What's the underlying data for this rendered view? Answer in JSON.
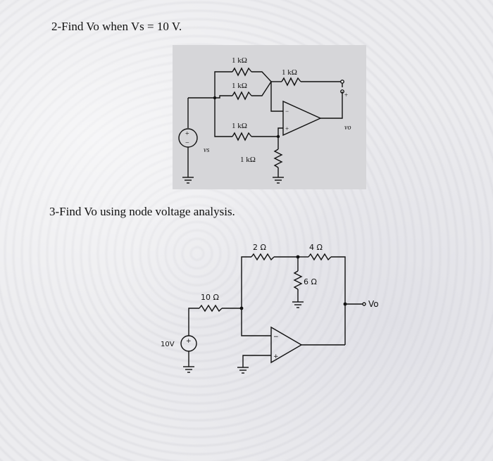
{
  "problem2": {
    "title": "2-Find Vo when Vs = 10 V.",
    "labels": {
      "r_top": "1 kΩ",
      "r_mid": "1 kΩ",
      "r_right": "1 kΩ",
      "r_lower": "1 kΩ",
      "r_ground": "1 kΩ",
      "source": "vs",
      "output": "vo",
      "plus": "+",
      "minus": "−"
    }
  },
  "problem3": {
    "title": "3-Find Vo using node voltage analysis.",
    "labels": {
      "r_2": "2 Ω",
      "r_4": "4 Ω",
      "r_6": "6 Ω",
      "r_10": "10 Ω",
      "source": "10V",
      "output": "Vo",
      "plus": "+",
      "minus": "−"
    }
  },
  "colors": {
    "ink": "#111111",
    "inset_background": "#d6d6d9"
  }
}
